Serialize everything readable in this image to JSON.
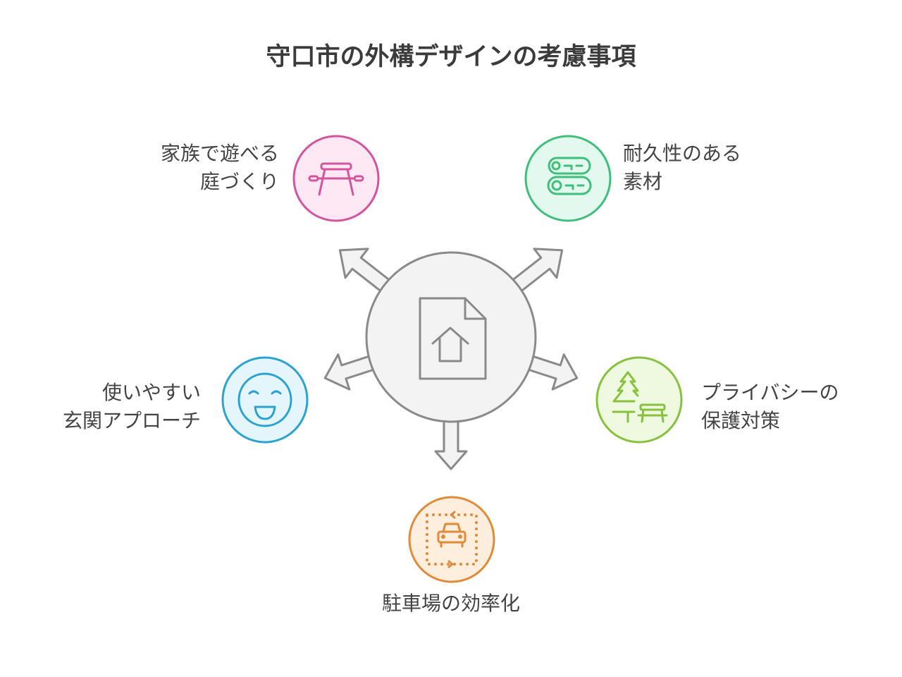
{
  "title": "守口市の外構デザインの考慮事項",
  "hub": {
    "icon": "house-document-icon",
    "fill": "#f3f3f3",
    "stroke": "#8a8a8a"
  },
  "nodes": [
    {
      "id": "family-garden",
      "icon": "picnic-table-icon",
      "lines": [
        "家族で遊べる",
        "庭づくり"
      ],
      "stroke": "#d4549e",
      "fill": "#fde8f4"
    },
    {
      "id": "durable-materials",
      "icon": "logs-icon",
      "lines": [
        "耐久性のある",
        "素材"
      ],
      "stroke": "#3fbf7a",
      "fill": "#e3f8ee"
    },
    {
      "id": "entrance-approach",
      "icon": "smiley-icon",
      "lines": [
        "使いやすい",
        "玄関アプローチ"
      ],
      "stroke": "#2aa3cf",
      "fill": "#e4f5fc"
    },
    {
      "id": "privacy",
      "icon": "tree-bench-icon",
      "lines": [
        "プライバシーの",
        "保護対策"
      ],
      "stroke": "#86c23d",
      "fill": "#eff9df"
    },
    {
      "id": "parking",
      "icon": "car-parking-icon",
      "lines": [
        "駐車場の効率化"
      ],
      "stroke": "#e08a3a",
      "fill": "#fdeedd"
    }
  ]
}
